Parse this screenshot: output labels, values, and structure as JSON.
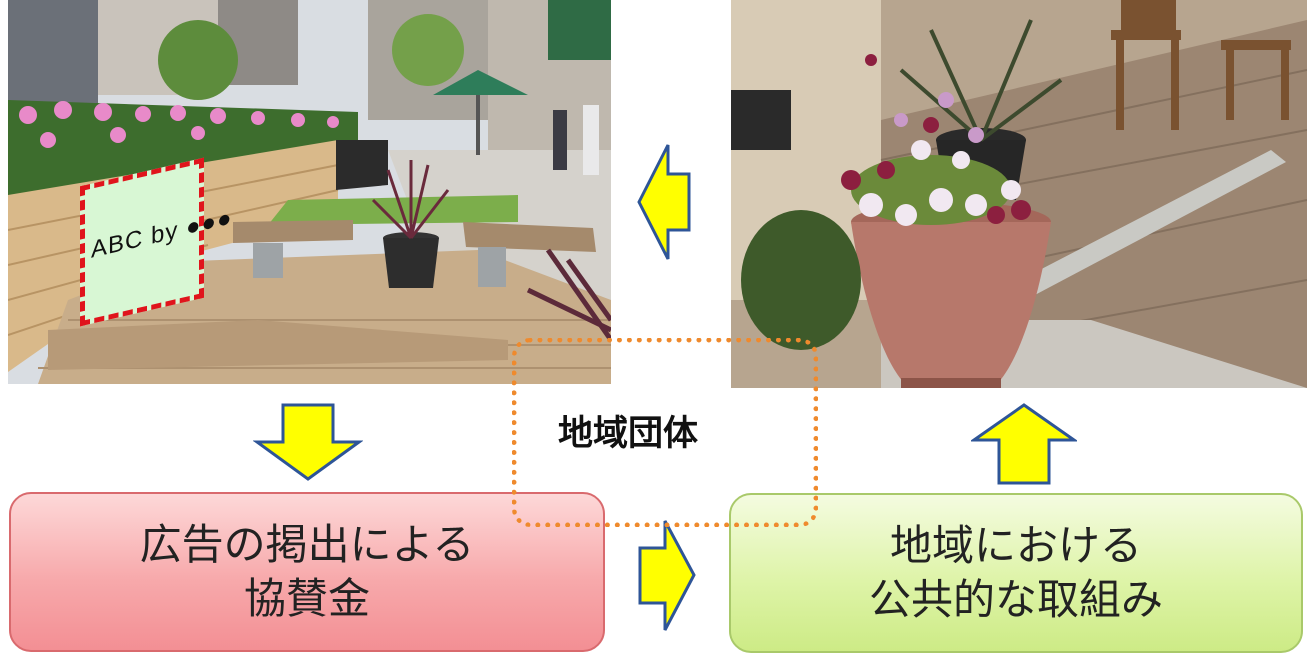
{
  "ad_sign": {
    "text": "ABC by ●●●"
  },
  "center": {
    "label": "地域団体"
  },
  "boxes": {
    "sponsor": {
      "line1": "広告の掲出による",
      "line2": "協賛金"
    },
    "public": {
      "line1": "地域における",
      "line2": "公共的な取組み"
    }
  },
  "colors": {
    "arrow_fill": "#ffff00",
    "arrow_stroke": "#2e5597",
    "dotted_frame": "#ef8a2d",
    "ad_border": "#e0141c"
  }
}
